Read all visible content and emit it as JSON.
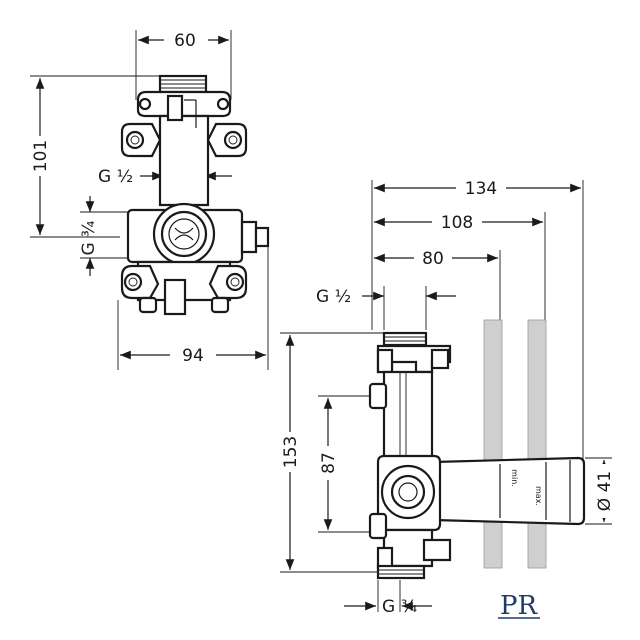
{
  "front_view": {
    "width_top": "60",
    "height": "101",
    "thread_side": "G ½",
    "thread_left": "G ¾",
    "width_total": "94"
  },
  "side_view": {
    "depth_total": "134",
    "depth_mid": "108",
    "depth_min": "80",
    "thread_top": "G ½",
    "height_total": "153",
    "height_mid": "87",
    "diameter": "Ø 41",
    "thread_bottom": "G ¾",
    "label_min": "min.",
    "label_max": "max."
  },
  "logo": {
    "text": "PR",
    "color": "#1f3a6b"
  }
}
